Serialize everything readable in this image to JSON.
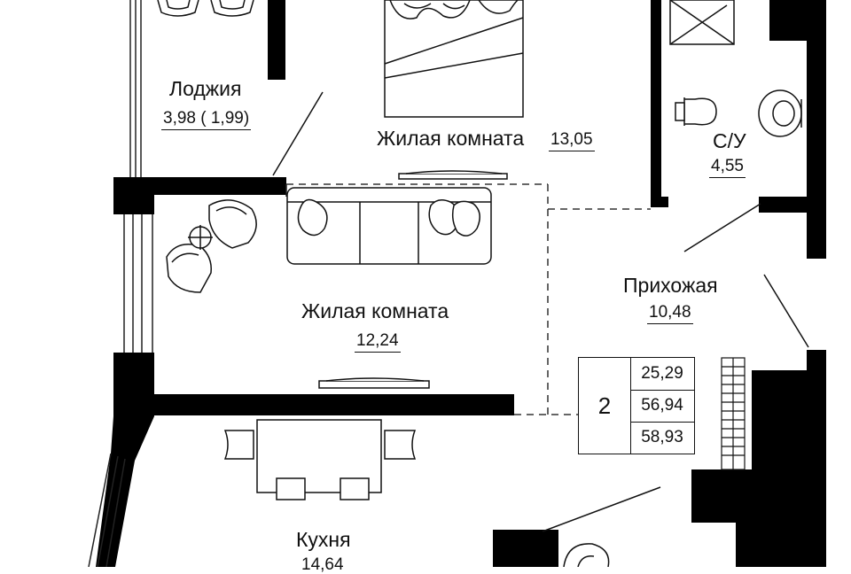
{
  "rooms": {
    "loggia": {
      "name": "Лоджия",
      "area": "3,98 ( 1,99)"
    },
    "bedroom": {
      "name": "Жилая комната",
      "area": "13,05"
    },
    "bathroom": {
      "name": "С/У",
      "area": "4,55"
    },
    "living": {
      "name": "Жилая комната",
      "area": "12,24"
    },
    "hall": {
      "name": "Прихожая",
      "area": "10,48"
    },
    "kitchen": {
      "name": "Кухня",
      "area": "14,64"
    }
  },
  "summary": {
    "rooms": "2",
    "living_area": "25,29",
    "total_area": "56,94",
    "total_with_loggia": "58,93"
  },
  "colors": {
    "wall": "#000000",
    "line": "#222222",
    "background": "#ffffff"
  }
}
